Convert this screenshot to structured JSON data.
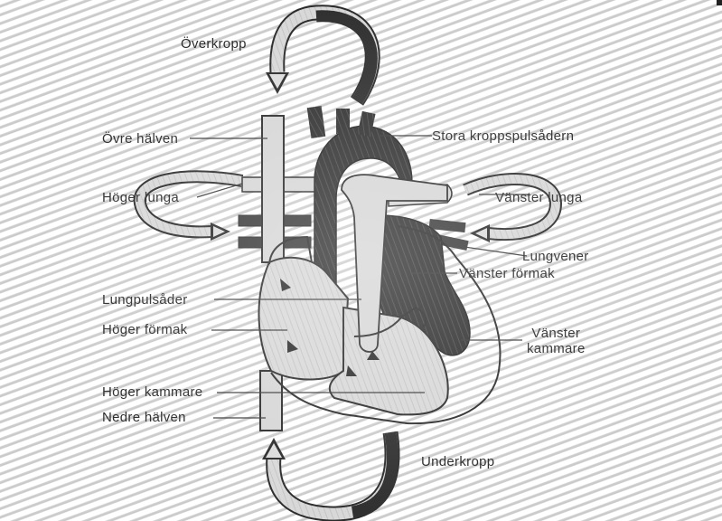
{
  "labels": {
    "overkropp": "Överkropp",
    "ovre_halven": "Övre hälven",
    "stora_kroppspulsadern": "Stora kroppspulsådern",
    "hoger_lunga": "Höger lunga",
    "vanster_lunga": "Vänster lunga",
    "lungvener": "Lungvener",
    "vanster_formak": "Vänster förmak",
    "lungpulsader": "Lungpulsåder",
    "hoger_formak": "Höger förmak",
    "vanster_kammare_line1": "Vänster",
    "vanster_kammare_line2": "kammare",
    "hoger_kammare": "Höger kammare",
    "nedre_halven": "Nedre hälven",
    "underkropp": "Underkropp"
  },
  "colors": {
    "dark_vessel": "#3a3a3a",
    "light_vessel": "#d6d6d6",
    "outline": "#2b2b2b",
    "arrow_fill": "#dcdcdc"
  }
}
